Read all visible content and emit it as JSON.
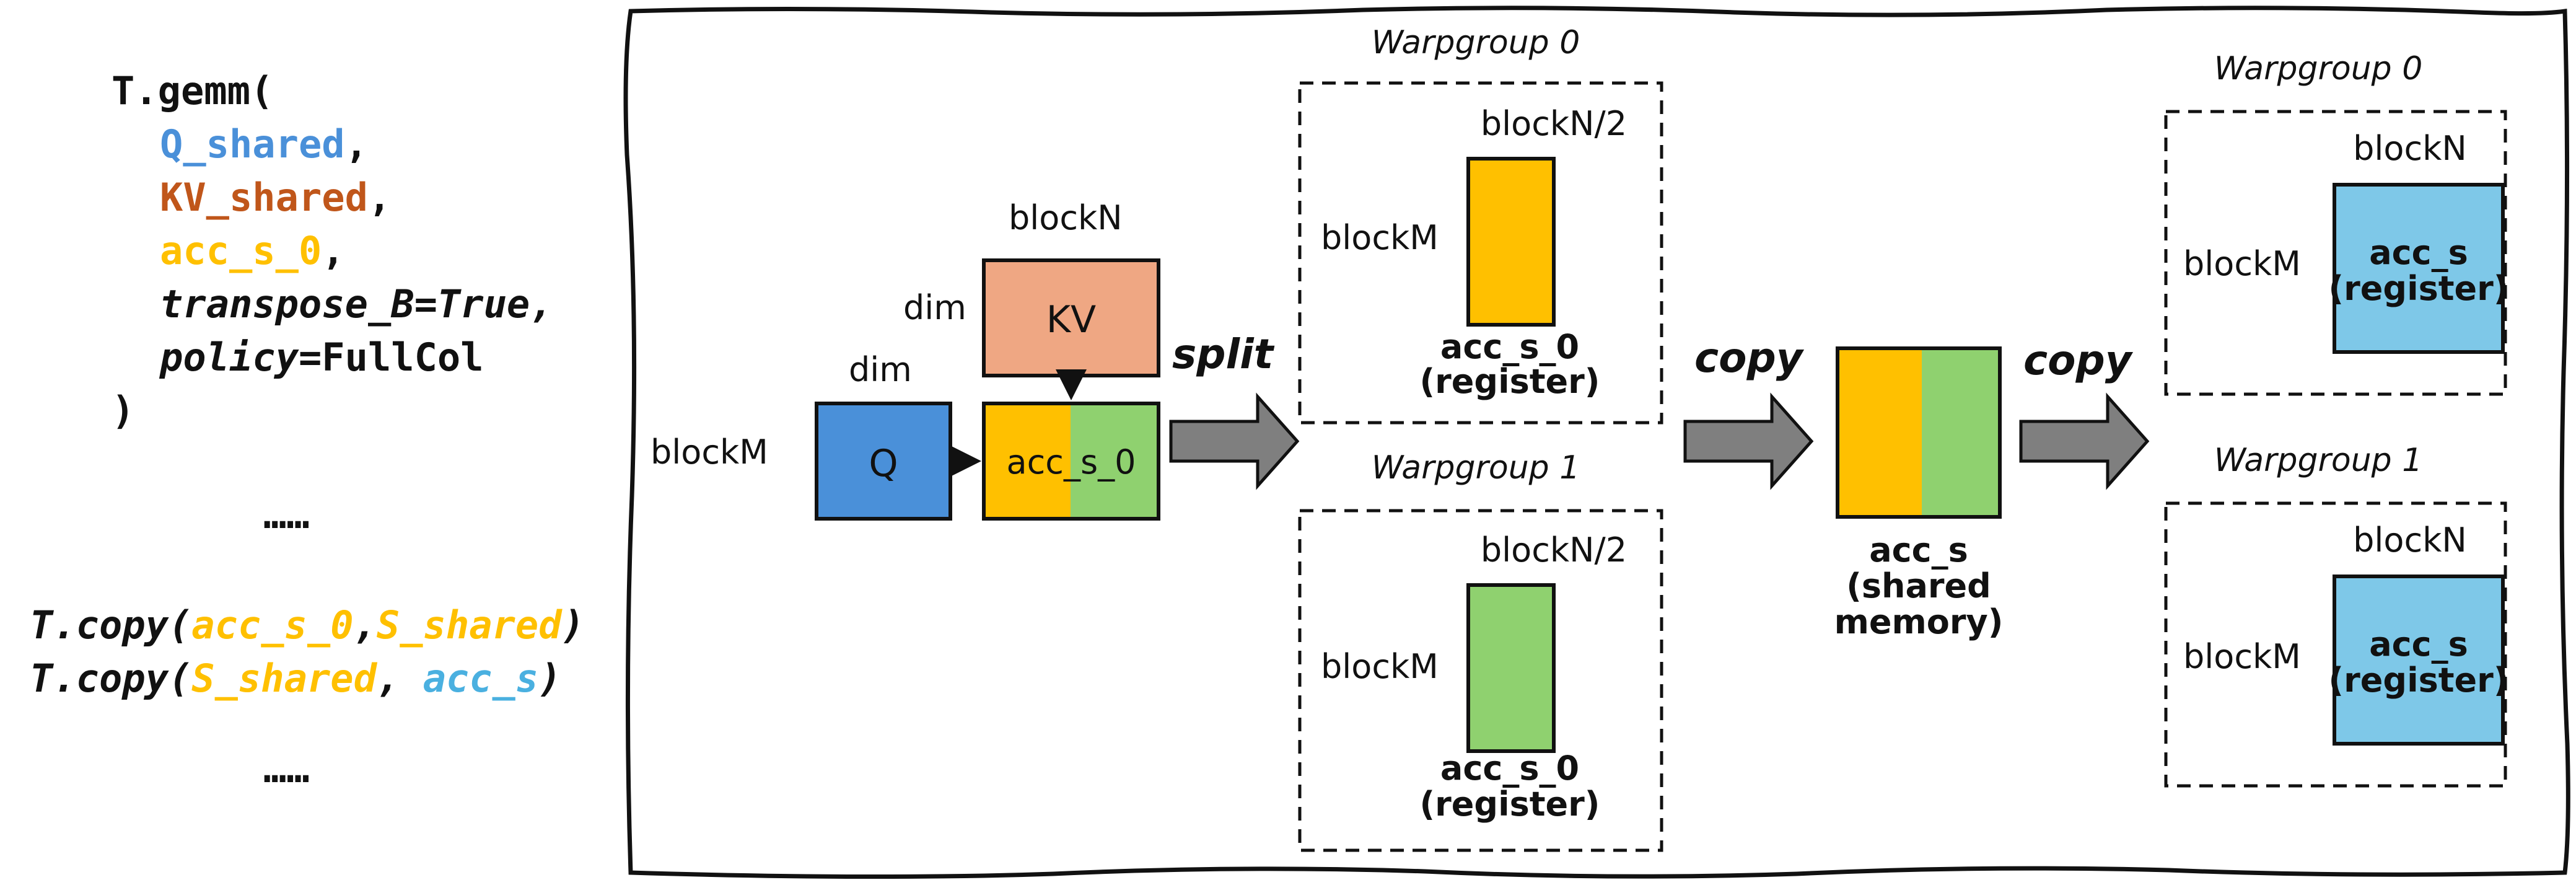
{
  "colors": {
    "blue": "#4A90D9",
    "brown": "#C0561A",
    "yellow": "#FFC000",
    "green": "#8FD16F",
    "light_blue": "#7EC8E8",
    "salmon": "#EFA783",
    "gray_arrow": "#7F7F7F",
    "dark": "#111111"
  },
  "code": {
    "gemm": {
      "call": "T.gemm(",
      "arg_q": "Q_shared",
      "arg_kv": "KV_shared",
      "arg_acc": "acc_s_0",
      "comma": ",",
      "transpose_key": "transpose_B",
      "transpose_val": "=True,",
      "policy_key": "policy",
      "policy_val": "=FullCol",
      "close": ")"
    },
    "ellipsis_1": "……",
    "copy1": {
      "fn": "T.copy(",
      "arg_src": "acc_s_0",
      "comma": ",",
      "arg_dst": "S_shared",
      "close": ")"
    },
    "copy2": {
      "fn": "T.copy(",
      "arg_src": "S_shared",
      "comma": ", ",
      "arg_dst": "acc_s",
      "close": ")"
    },
    "ellipsis_2": "……"
  },
  "diagram": {
    "input": {
      "blockM": "blockM",
      "q_dim": "dim",
      "q_label": "Q",
      "kv_dim": "dim",
      "kv_blockN": "blockN",
      "kv_label": "KV",
      "acc_label": "acc_s_0"
    },
    "split_label": "split",
    "copy_label_1": "copy",
    "copy_label_2": "copy",
    "warpgroups_left": [
      {
        "title": "Warpgroup 0",
        "blockN": "blockN/2",
        "blockM": "blockM",
        "name": "acc_s_0",
        "mem": "(register)"
      },
      {
        "title": "Warpgroup 1",
        "blockN": "blockN/2",
        "blockM": "blockM",
        "name": "acc_s_0",
        "mem": "(register)"
      }
    ],
    "shared": {
      "name": "acc_s",
      "mem_line1": "(shared",
      "mem_line2": "memory)"
    },
    "warpgroups_right": [
      {
        "title": "Warpgroup 0",
        "blockN": "blockN",
        "blockM": "blockM",
        "name": "acc_s",
        "mem": "(register)"
      },
      {
        "title": "Warpgroup 1",
        "blockN": "blockN",
        "blockM": "blockM",
        "name": "acc_s",
        "mem": "(register)"
      }
    ]
  }
}
